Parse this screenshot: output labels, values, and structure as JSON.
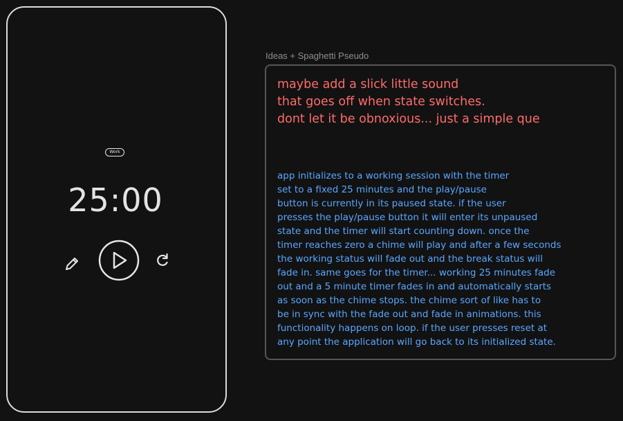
{
  "timer_app": {
    "status": "Work",
    "time": "25:00",
    "controls": {
      "edit_icon": "pencil-icon",
      "play_icon": "play-icon",
      "reset_icon": "reset-icon"
    }
  },
  "notes": {
    "label": "Ideas + Spaghetti Pseudo",
    "idea_lines": [
      "maybe add a slick little sound",
      "that goes off when state switches.",
      "dont let it be obnoxious... just a simple que"
    ],
    "pseudo_lines": [
      "app initializes to a working session with the timer",
      "set to a fixed 25 minutes and the play/pause",
      "button is currently in its paused state. if the user",
      "presses the play/pause button it will enter its unpaused",
      "state and the timer will start counting down. once the",
      "timer reaches zero a chime will play and after a few seconds",
      "the working status will fade out and the break status will",
      "fade in. same goes for the timer... working 25 minutes fade",
      "out and a 5 minute timer fades in and automatically starts",
      "as soon as the chime stops. the chime sort of like has to",
      "be in sync with the fade out and fade in animations. this",
      "functionality happens on loop. if the user presses reset at",
      "any point the application will go back to its initialized state."
    ]
  },
  "colors": {
    "background": "#121212",
    "outline": "#dcdcdc",
    "idea_text": "#ff6b6b",
    "pseudo_text": "#5aa7ff",
    "label_text": "#8e8e8e"
  }
}
